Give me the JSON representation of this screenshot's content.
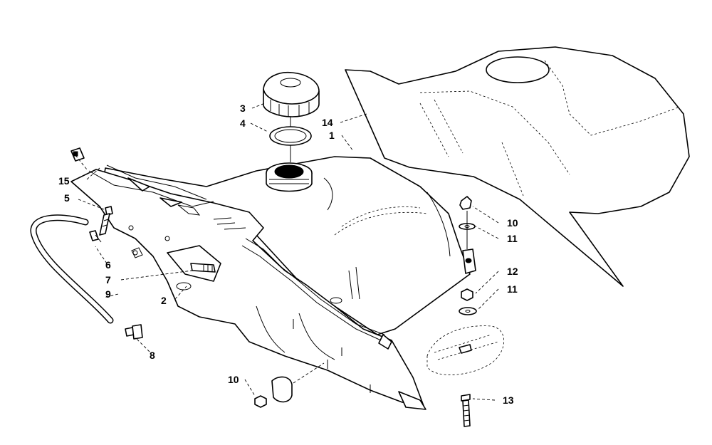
{
  "callouts": [
    {
      "id": "1",
      "text": "1"
    },
    {
      "id": "2",
      "text": "2"
    },
    {
      "id": "3",
      "text": "3"
    },
    {
      "id": "4",
      "text": "4"
    },
    {
      "id": "5",
      "text": "5"
    },
    {
      "id": "6",
      "text": "6"
    },
    {
      "id": "7",
      "text": "7"
    },
    {
      "id": "8",
      "text": "8"
    },
    {
      "id": "9",
      "text": "9"
    },
    {
      "id": "10a",
      "text": "10"
    },
    {
      "id": "10b",
      "text": "10"
    },
    {
      "id": "11a",
      "text": "11"
    },
    {
      "id": "11b",
      "text": "11"
    },
    {
      "id": "12",
      "text": "12"
    },
    {
      "id": "13",
      "text": "13"
    },
    {
      "id": "14",
      "text": "14"
    },
    {
      "id": "15",
      "text": "15"
    }
  ]
}
